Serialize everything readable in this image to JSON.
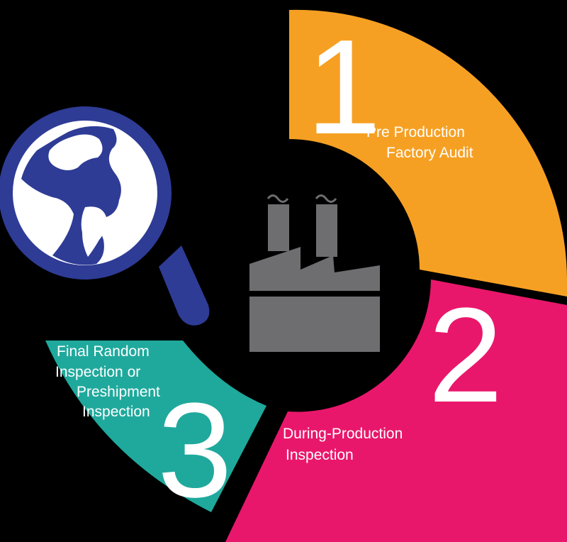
{
  "colors": {
    "background": "#000000",
    "segment1": "#F6A023",
    "segment2": "#E9176B",
    "segment3": "#1FA99C",
    "factory": "#6E6E70",
    "magnifier": "#2E3C96",
    "globe_land": "#FFFFFF"
  },
  "icons": {
    "center": "factory-icon",
    "left": "magnifier-globe-icon"
  },
  "stages": [
    {
      "number": "1",
      "label_lines": [
        "Pre Production",
        "Factory Audit"
      ]
    },
    {
      "number": "2",
      "label_lines": [
        "During-Production",
        "Inspection"
      ]
    },
    {
      "number": "3",
      "label_lines": [
        "Final Random",
        "Inspection or",
        "Preshipment",
        "Inspection"
      ]
    }
  ]
}
